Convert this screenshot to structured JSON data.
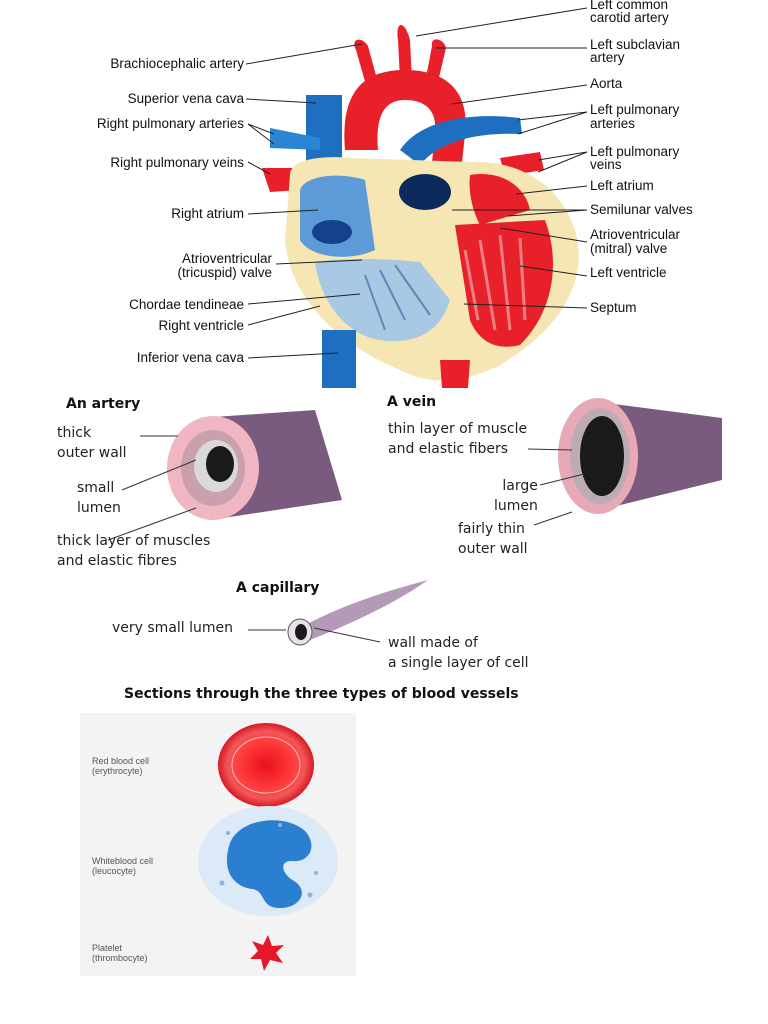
{
  "heart": {
    "labels_left": {
      "brachiocephalic": "Brachiocephalic artery",
      "svc": "Superior vena cava",
      "rpa": "Right pulmonary arteries",
      "rpv": "Right pulmonary veins",
      "ra": "Right atrium",
      "av_1": "Atrioventricular",
      "av_2": "(tricuspid) valve",
      "chordae": "Chordae tendineae",
      "rv": "Right ventricle",
      "ivc": "Inferior vena cava"
    },
    "labels_right": {
      "lcca_1": "Left common",
      "lcca_2": "carotid artery",
      "lsa_1": "Left subclavian",
      "lsa_2": "artery",
      "aorta": "Aorta",
      "lpa_1": "Left pulmonary",
      "lpa_2": "arteries",
      "lpv_1": "Left pulmonary",
      "lpv_2": "veins",
      "la": "Left atrium",
      "semilunar": "Semilunar valves",
      "mitral_1": "Atrioventricular",
      "mitral_2": "(mitral) valve",
      "lv": "Left ventricle",
      "septum": "Septum"
    },
    "colors": {
      "oxygenated": "#e8202a",
      "deoxygenated": "#1f6fc1",
      "wall": "#f6e6b4"
    }
  },
  "vessels": {
    "artery": {
      "title": "An artery",
      "outer_wall": "thick\nouter wall",
      "lumen": "small\nlumen",
      "muscle": "thick layer of muscles\nand elastic fibres"
    },
    "vein": {
      "title": "A vein",
      "muscle": "thin layer of muscle\nand elastic fibers",
      "lumen": "large\nlumen",
      "outer_wall": "fairly thin\nouter wall"
    },
    "capillary": {
      "title": "A capillary",
      "lumen": "very small lumen",
      "wall": "wall made of\na single layer of cell"
    },
    "caption": "Sections through the three types of blood vessels"
  },
  "cells": {
    "rbc": "Red blood cell\n(erythrocyte)",
    "wbc": "Whiteblood cell\n(leucocyte)",
    "platelet": "Platelet\n(thrombocyte)"
  }
}
